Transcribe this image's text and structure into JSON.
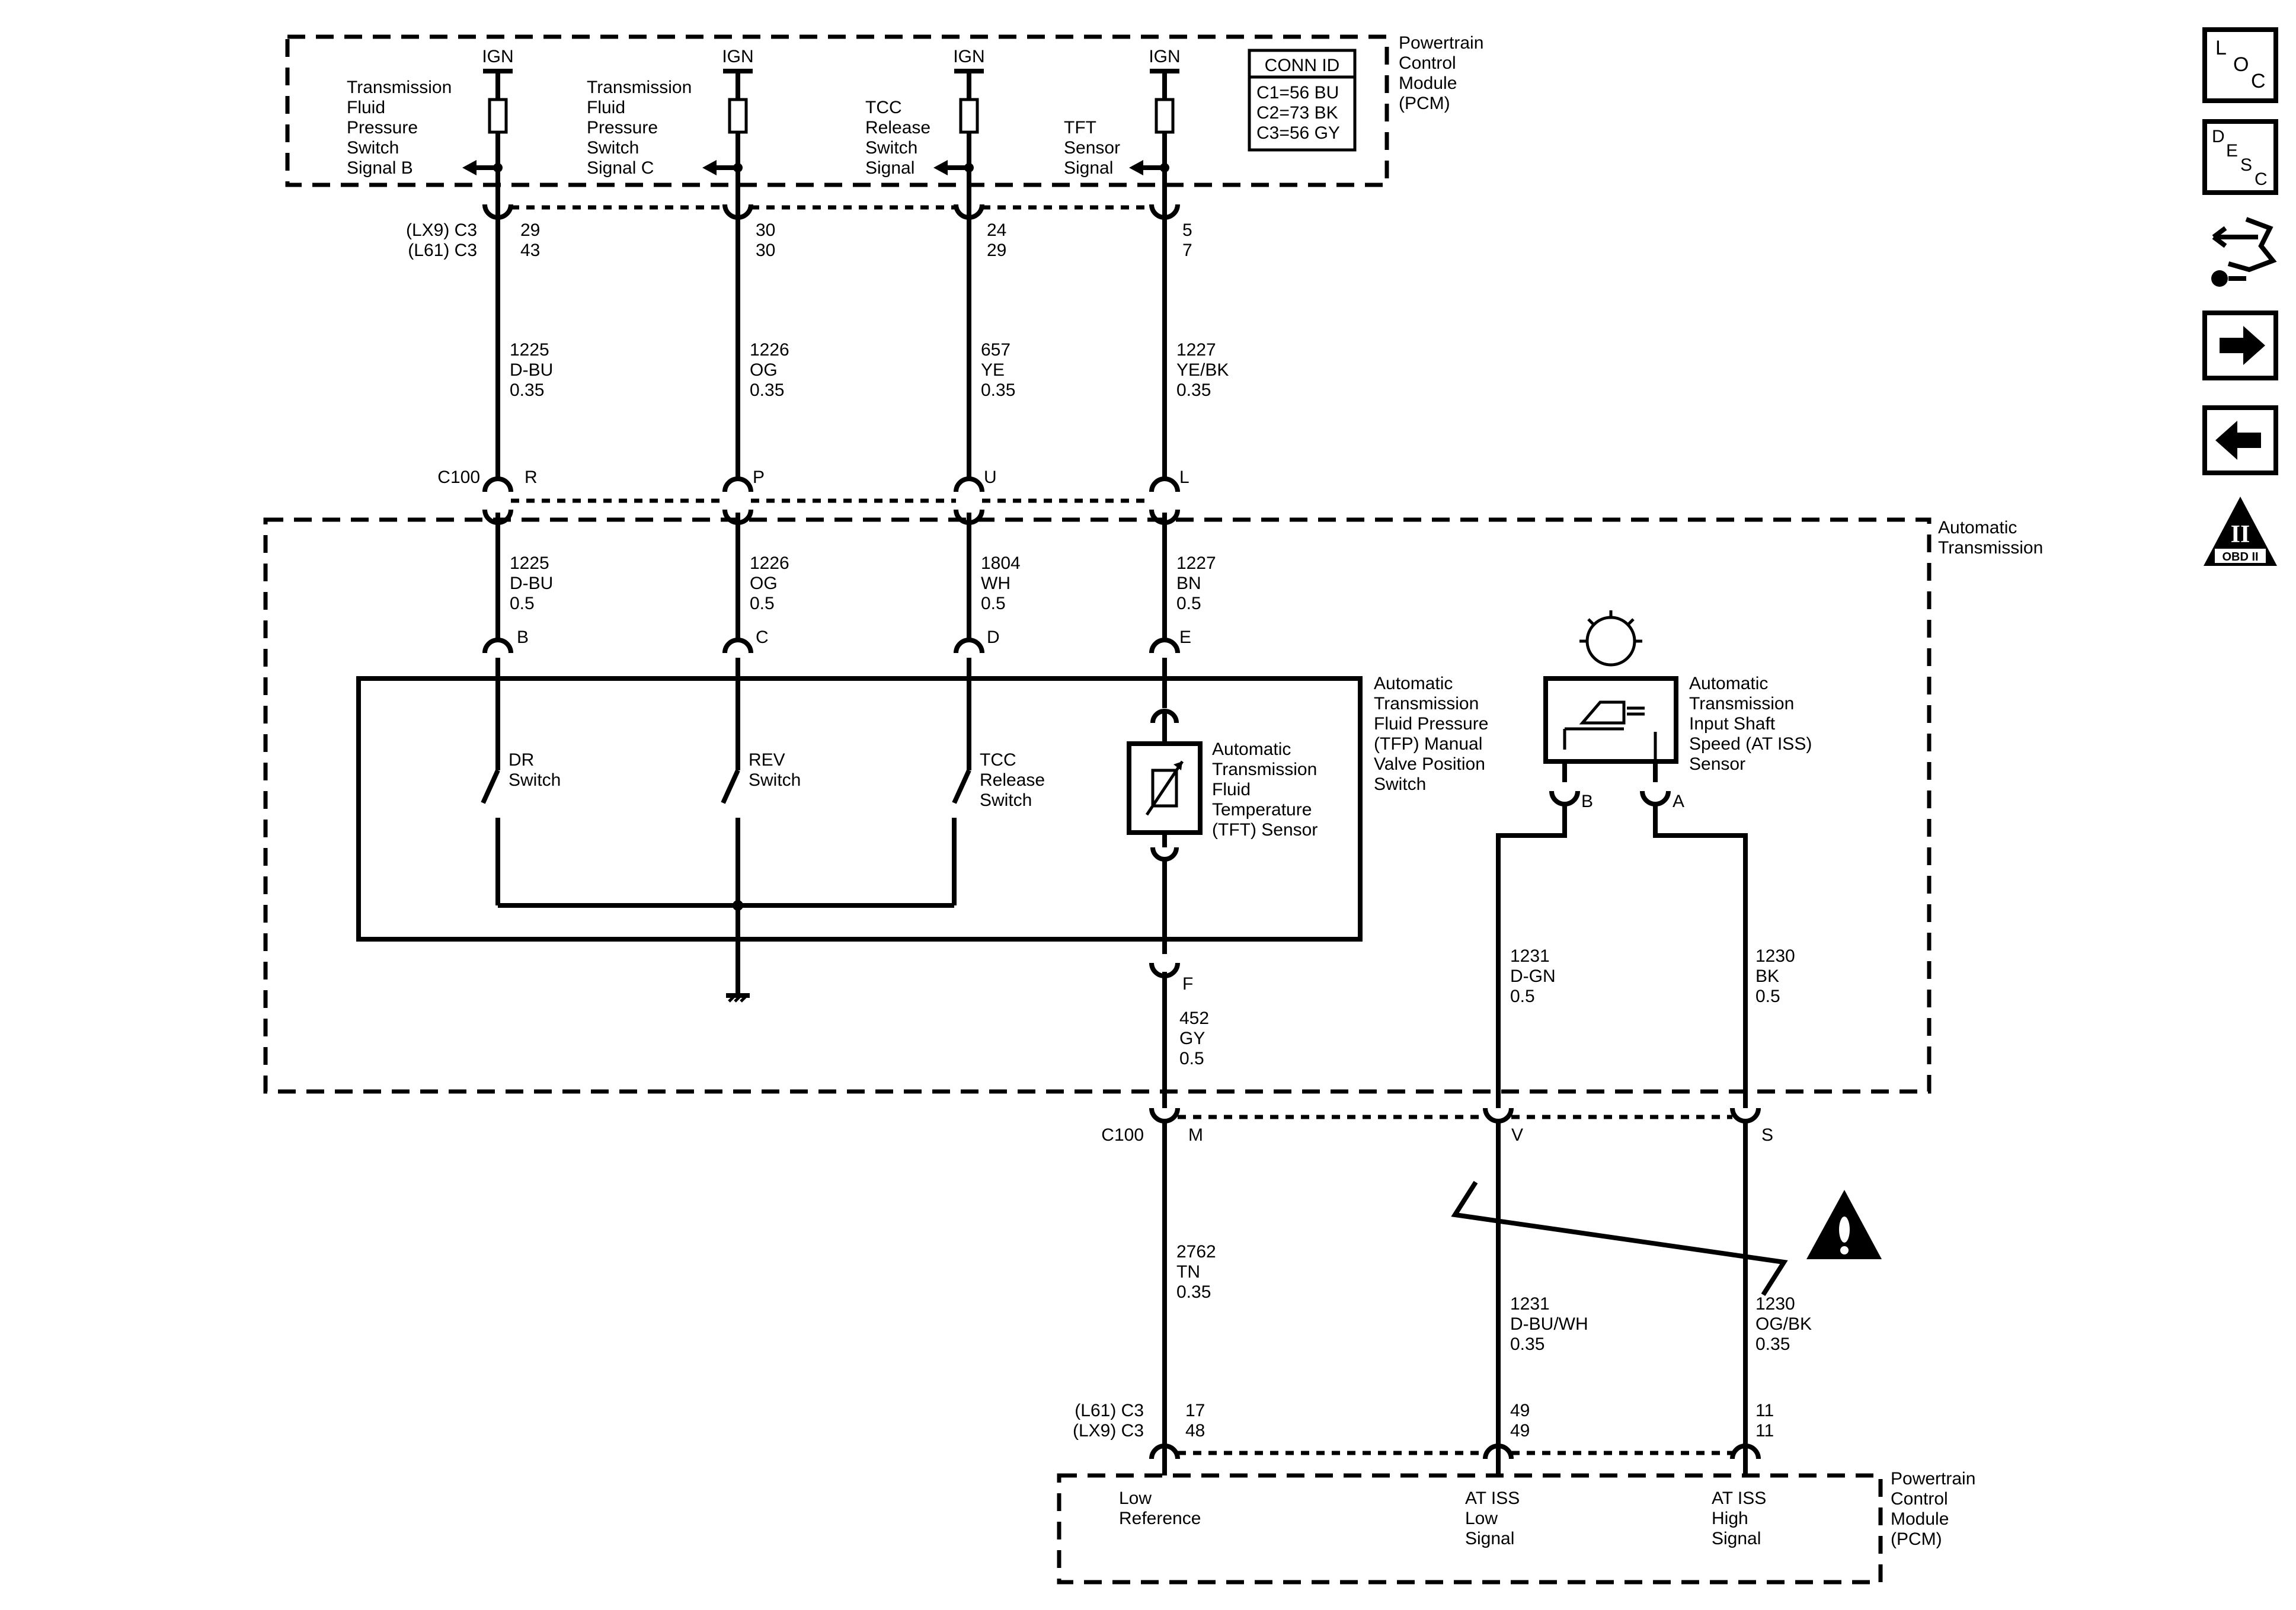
{
  "pcm_top": {
    "name": [
      "Powertrain",
      "Control",
      "Module",
      "(PCM)"
    ],
    "ign_label": "IGN",
    "conn_id": {
      "title": "CONN ID",
      "rows": [
        "C1=56 BU",
        "C2=73 BK",
        "C3=56 GY"
      ]
    },
    "signals": [
      [
        "Transmission",
        "Fluid",
        "Pressure",
        "Switch",
        "Signal B"
      ],
      [
        "Transmission",
        "Fluid",
        "Pressure",
        "Switch",
        "Signal C"
      ],
      [
        "TCC",
        "Release",
        "Switch",
        "Signal"
      ],
      [
        "TFT",
        "Sensor",
        "Signal"
      ]
    ],
    "connector_labels": [
      "(LX9) C3",
      "(L61) C3"
    ],
    "pins": [
      [
        "29",
        "43"
      ],
      [
        "30",
        "30"
      ],
      [
        "24",
        "29"
      ],
      [
        "5",
        "7"
      ]
    ]
  },
  "upper_wires": [
    [
      "1225",
      "D-BU",
      "0.35"
    ],
    [
      "1226",
      "OG",
      "0.35"
    ],
    [
      "657",
      "YE",
      "0.35"
    ],
    [
      "1227",
      "YE/BK",
      "0.35"
    ]
  ],
  "c100_top": {
    "label": "C100",
    "pins": [
      "R",
      "P",
      "U",
      "L"
    ]
  },
  "transmission": {
    "name": [
      "Automatic",
      "Transmission"
    ],
    "wires": [
      [
        "1225",
        "D-BU",
        "0.5"
      ],
      [
        "1226",
        "OG",
        "0.5"
      ],
      [
        "1804",
        "WH",
        "0.5"
      ],
      [
        "1227",
        "BN",
        "0.5"
      ]
    ],
    "pins": [
      "B",
      "C",
      "D",
      "E"
    ],
    "tfp_switch": [
      "Automatic",
      "Transmission",
      "Fluid Pressure",
      "(TFP) Manual",
      "Valve Position",
      "Switch"
    ],
    "switches": [
      [
        "DR",
        "Switch"
      ],
      [
        "REV",
        "Switch"
      ],
      [
        "TCC",
        "Release",
        "Switch"
      ]
    ],
    "tft_sensor": [
      "Automatic",
      "Transmission",
      "Fluid",
      "Temperature",
      "(TFT) Sensor"
    ],
    "pin_f": "F",
    "f_wire": [
      "452",
      "GY",
      "0.5"
    ],
    "iss_sensor": [
      "Automatic",
      "Transmission",
      "Input Shaft",
      "Speed (AT ISS)",
      "Sensor"
    ],
    "iss_pins": [
      "B",
      "A"
    ],
    "iss_wires": [
      [
        "1231",
        "D-GN",
        "0.5"
      ],
      [
        "1230",
        "BK",
        "0.5"
      ]
    ]
  },
  "c100_bottom": {
    "label": "C100",
    "pins": [
      "M",
      "V",
      "S"
    ]
  },
  "lower_wires": [
    [
      "2762",
      "TN",
      "0.35"
    ],
    [
      "1231",
      "D-BU/WH",
      "0.35"
    ],
    [
      "1230",
      "OG/BK",
      "0.35"
    ]
  ],
  "pcm_bottom": {
    "connector_labels": [
      "(L61) C3",
      "(LX9) C3"
    ],
    "pins": [
      [
        "17",
        "48"
      ],
      [
        "49",
        "49"
      ],
      [
        "11",
        "11"
      ]
    ],
    "signals": [
      [
        "Low",
        "Reference"
      ],
      [
        "AT ISS",
        "Low",
        "Signal"
      ],
      [
        "AT ISS",
        "High",
        "Signal"
      ]
    ],
    "name": [
      "Powertrain",
      "Control",
      "Module",
      "(PCM)"
    ]
  },
  "nav": {
    "loc": [
      "L",
      "O",
      "C"
    ],
    "desc": [
      "D",
      "E",
      "S",
      "C"
    ],
    "icons": [
      "schematic-swap-icon",
      "next-arrow-icon",
      "previous-arrow-icon",
      "obd-ii-icon"
    ],
    "obd": {
      "numeral": "II",
      "label": "OBD II"
    }
  }
}
